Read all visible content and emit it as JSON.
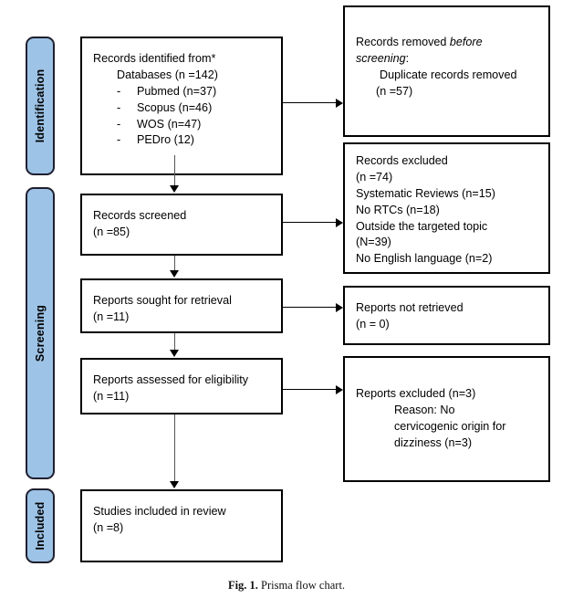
{
  "figure": {
    "caption_label": "Fig. 1.",
    "caption_text": "Prisma flow chart."
  },
  "colors": {
    "phase_tab_fill": "#9dc3e6",
    "phase_tab_border": "#1f1f2e",
    "box_border": "#000000",
    "box_fill": "#ffffff",
    "connector": "#000000",
    "page_background": "#ffffff"
  },
  "phases": [
    {
      "id": "identification",
      "label": "Identification"
    },
    {
      "id": "screening",
      "label": "Screening"
    },
    {
      "id": "included",
      "label": "Included"
    }
  ],
  "boxes": {
    "records_identified": {
      "title": "Records identified from*",
      "lines": [
        "Records identified from*",
        "Databases (n =142)",
        "Pubmed (n=37)",
        "Scopus (n=46)",
        "WOS (n=47)",
        "PEDro (12)"
      ],
      "sources": [
        {
          "name": "Pubmed",
          "count_label": "(n=37)",
          "n": 37
        },
        {
          "name": "Scopus",
          "count_label": "(n=46)",
          "n": 46
        },
        {
          "name": "WOS",
          "count_label": "(n=47)",
          "n": 47
        },
        {
          "name": "PEDro",
          "count_label": "(12)",
          "n": 12
        }
      ],
      "databases_label": "Databases (n =142)",
      "databases_n": 142
    },
    "records_removed": {
      "line1_a": "Records removed ",
      "line1_em": "before",
      "line2_em": "screening",
      "line2_b": ":",
      "line3": "Duplicate records removed",
      "line4": "(n =57)",
      "n": 57
    },
    "records_screened": {
      "line1": "Records screened",
      "line2": "(n =85)",
      "n": 85
    },
    "records_excluded": {
      "lines": [
        "Records excluded",
        "(n =74)",
        "Systematic Reviews (n=15)",
        "No RTCs (n=18)",
        "Outside the targeted topic",
        "(N=39)",
        "No English language (n=2)"
      ],
      "n": 74,
      "reasons": [
        {
          "reason": "Systematic Reviews",
          "count_label": "(n=15)",
          "n": 15
        },
        {
          "reason": "No RTCs",
          "count_label": "(n=18)",
          "n": 18
        },
        {
          "reason": "Outside the targeted topic",
          "count_label": "(N=39)",
          "n": 39
        },
        {
          "reason": "No English language",
          "count_label": "(n=2)",
          "n": 2
        }
      ]
    },
    "reports_sought": {
      "line1": "Reports sought for retrieval",
      "line2": "(n =11)",
      "n": 11
    },
    "reports_not_retrieved": {
      "line1": "Reports not retrieved",
      "line2": "(n = 0)",
      "n": 0
    },
    "reports_assessed": {
      "line1": "Reports assessed for eligibility",
      "line2": "(n =11)",
      "n": 11
    },
    "reports_excluded": {
      "line1": "Reports excluded (n=3)",
      "line2": "Reason: No",
      "line3": "cervicogenic origin for",
      "line4": "dizziness (n=3)",
      "n": 3
    },
    "studies_included": {
      "line1": "Studies included in review",
      "line2": "(n =8)",
      "n": 8
    }
  }
}
